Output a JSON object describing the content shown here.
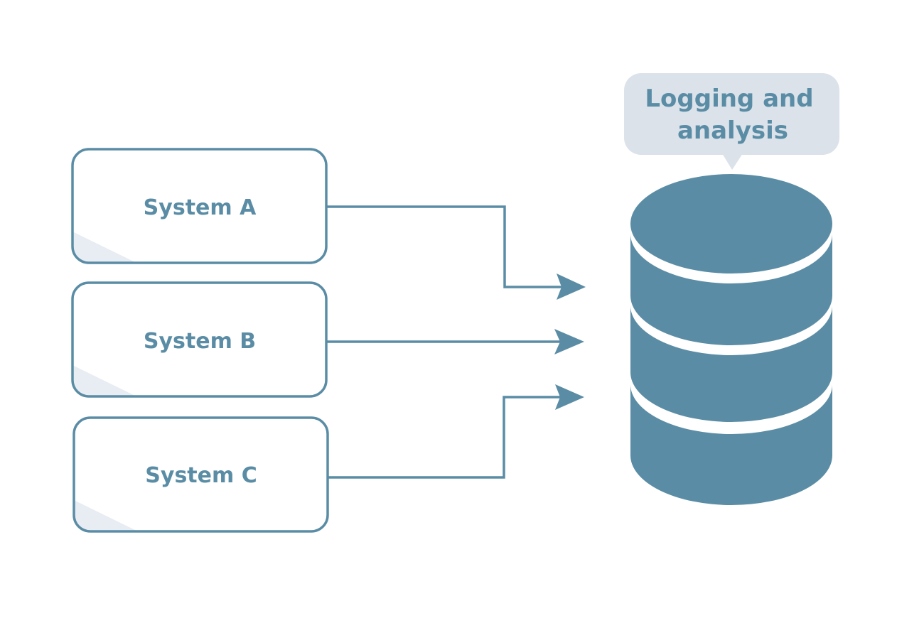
{
  "systems": [
    {
      "label": "System A"
    },
    {
      "label": "System B"
    },
    {
      "label": "System C"
    }
  ],
  "callout": {
    "line1": "Logging and",
    "line2": "analysis"
  },
  "colors": {
    "primary": "#5a8da5",
    "callout_bg": "#dbe2ea",
    "box_shade": "#e8ecf3",
    "background": "#ffffff"
  },
  "icons": {
    "database": "database-icon"
  }
}
